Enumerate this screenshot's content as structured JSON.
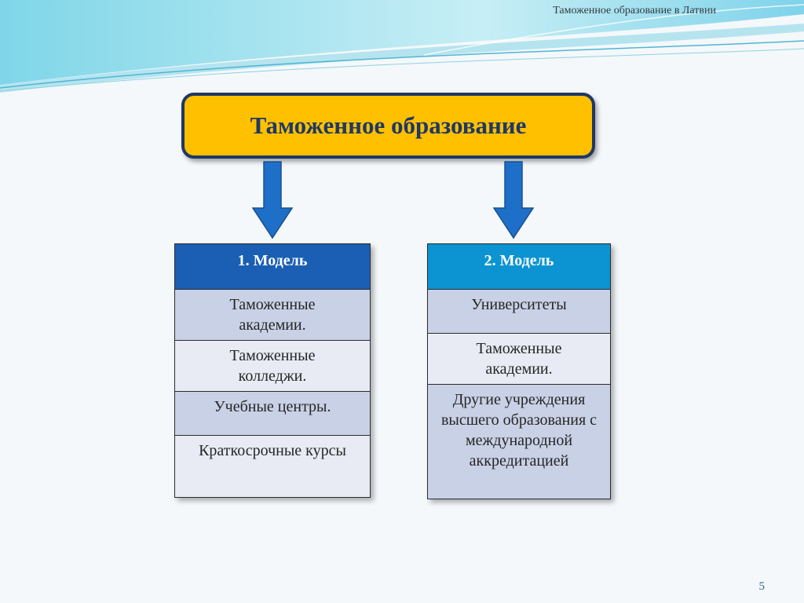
{
  "header": {
    "title": "Таможенное образование в Латвии"
  },
  "main_box": {
    "label": "Таможенное образование"
  },
  "models": [
    {
      "title": "1. Модель",
      "header_color": "#1a5fb4",
      "items": [
        "Таможенные академии.",
        "Таможенные колледжи.",
        "Учебные центры.",
        "Краткосрочные курсы"
      ]
    },
    {
      "title": "2. Модель",
      "header_color": "#0b94d1",
      "items": [
        "Университеты",
        "Таможенные академии.",
        "Другие учреждения высшего образования с международной аккредитацией"
      ]
    }
  ],
  "colors": {
    "main_box_fill": "#ffc000",
    "main_box_border": "#1f3864",
    "arrow": "#1e6fc8"
  },
  "icons": [
    "down-arrow-icon"
  ],
  "footer": {
    "page_number": "5"
  }
}
